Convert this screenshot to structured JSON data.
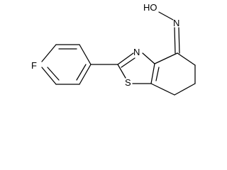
{
  "structure": {
    "atoms": {
      "fluorine": "F",
      "nitrogen_ring": "N",
      "sulfur": "S",
      "oxime_group": "HO",
      "nitrogen_oxime": "N"
    }
  }
}
